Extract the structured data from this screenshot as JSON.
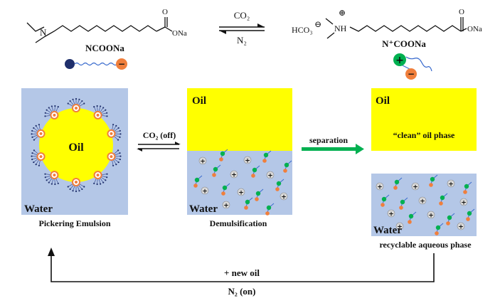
{
  "top": {
    "left_molecule": {
      "n_label": "N",
      "carbonyl_o": "O",
      "ona": "ONa",
      "name": "NCOONa"
    },
    "arrows": {
      "forward": "CO₂",
      "reverse": "N₂"
    },
    "right_molecule": {
      "counter_ion": "HCO₃",
      "charge_minus": "⊖",
      "charge_plus": "⊕",
      "nh": "NH",
      "carbonyl_o": "O",
      "ona": "ONa",
      "name": "N⁺COONa"
    }
  },
  "panels": {
    "emulsion": {
      "oil": "Oil",
      "water": "Water",
      "caption": "Pickering Emulsion"
    },
    "switch": {
      "label": "CO₂ (off)"
    },
    "demulsified": {
      "oil": "Oil",
      "water": "Water",
      "caption": "Demulsification"
    },
    "separation": {
      "label": "separation"
    },
    "oil_phase": {
      "oil": "Oil",
      "caption": "“clean” oil phase"
    },
    "aqueous": {
      "water": "Water",
      "caption": "recyclable  aqueous phase"
    }
  },
  "loop": {
    "top_label": "+ new oil",
    "bottom_label": "N₂ (on)"
  },
  "colors": {
    "oil": "#ffff00",
    "water": "#b4c7e7",
    "cation_green": "#00b050",
    "anion_orange": "#f07f3c",
    "tail_blue": "#3366cc",
    "dark_head": "#1f2f6b",
    "arrow_green": "#00b050"
  }
}
